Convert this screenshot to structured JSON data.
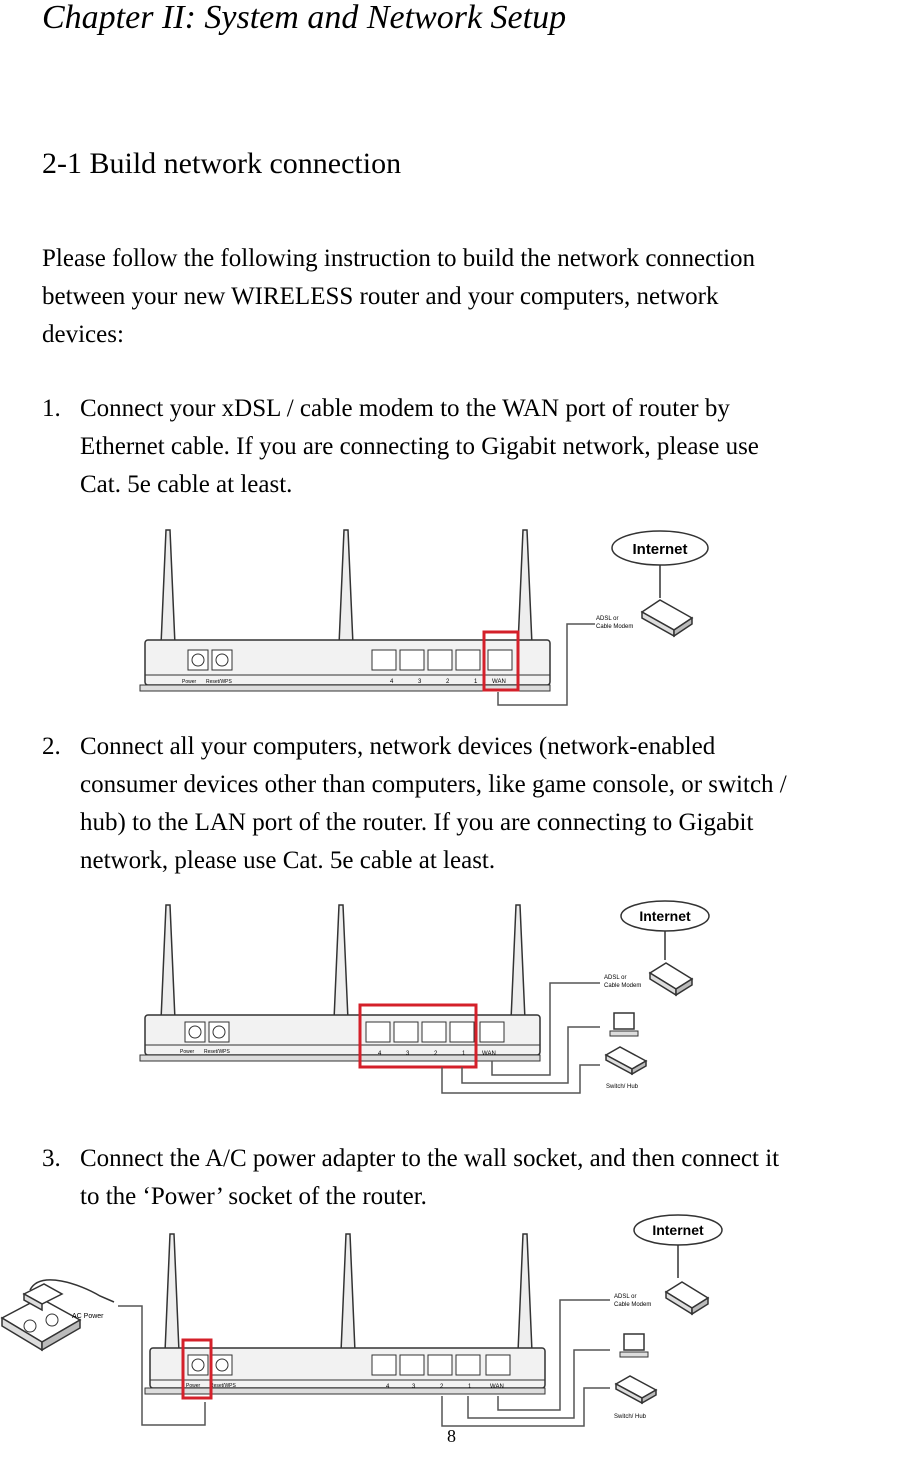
{
  "chapter_title": "Chapter II: System and Network Setup",
  "section_title": "2-1 Build network connection",
  "intro": {
    "line1": "Please follow the following instruction to build the network connection",
    "line2": "between your new WIRELESS router and your computers, network",
    "line3": "devices:"
  },
  "steps": [
    {
      "number": "1.",
      "lines": [
        "Connect your xDSL / cable modem to the WAN port of router by",
        "Ethernet cable. If you are connecting to Gigabit network, please use",
        "Cat. 5e cable at least."
      ]
    },
    {
      "number": "2.",
      "lines": [
        "Connect all your computers, network devices (network-enabled",
        "consumer devices other than computers, like game console, or switch /",
        "hub) to the LAN port of the router. If you are connecting to Gigabit",
        "network, please use Cat. 5e cable at least."
      ]
    },
    {
      "number": "3.",
      "lines": [
        "Connect the A/C power adapter to the wall socket, and then connect it",
        "to the ‘Power’ socket of the router."
      ]
    }
  ],
  "diagram_labels": {
    "internet": "Internet",
    "modem_line1": "ADSL or",
    "modem_line2": "Cable Modem",
    "switch_hub": "Switch/ Hub",
    "ac_power": "AC Power",
    "power_label": "Power",
    "reset_label": "Reset/WPS",
    "port_4": "4",
    "port_3": "3",
    "port_2": "2",
    "port_1": "1",
    "wan": "WAN"
  },
  "colors": {
    "highlight": "#d4202a",
    "line": "#555555",
    "router_fill": "#f2f2f2"
  },
  "page_number": "8"
}
